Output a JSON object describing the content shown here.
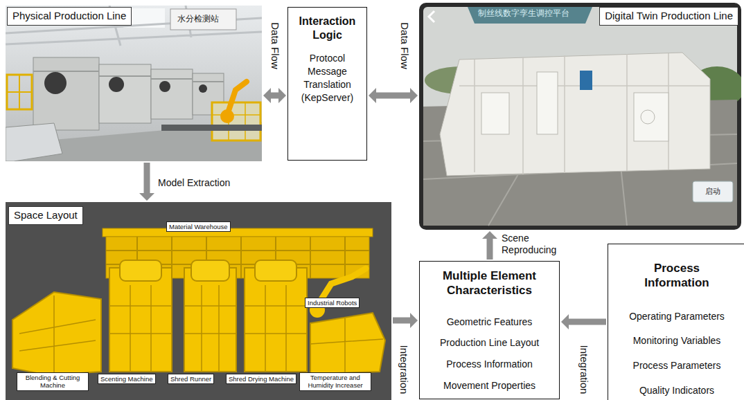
{
  "diagram": {
    "nodes": [
      {
        "text": [
          "Physical Production Line"
        ]
      },
      {
        "text": [
          "Interaction Logic",
          "Protocol Message Translation (KepServer)"
        ]
      },
      {
        "text": [
          "Digital Twin Production Line"
        ]
      },
      {
        "text": [
          "Space Layout"
        ]
      },
      {
        "text": [
          "Material Warehouse"
        ],
        "in": 3
      },
      {
        "text": [
          "Industrial Robots"
        ],
        "in": 3
      },
      {
        "text": [
          "Blending & Cutting Machine"
        ],
        "in": 3
      },
      {
        "text": [
          "Scenting Machine"
        ],
        "in": 3
      },
      {
        "text": [
          "Shred Runner"
        ],
        "in": 3
      },
      {
        "text": [
          "Shred Drying Machine"
        ],
        "in": 3
      },
      {
        "text": [
          "Temperature and Humidity Increaser"
        ],
        "in": 3
      },
      {
        "text": [
          "Multiple Element Characteristics",
          "Geometric Features",
          "Production Line Layout",
          "Process Information",
          "Movement Properties"
        ]
      },
      {
        "text": [
          "Process Information",
          "Operating Parameters",
          "Monitoring Variables",
          "Process Parameters",
          "Quality Indicators"
        ]
      }
    ],
    "edges": [
      {
        "from": 0,
        "to": 1,
        "arrow": "both",
        "label": "Data Flow"
      },
      {
        "from": 1,
        "to": 2,
        "arrow": "both",
        "label": "Data Flow"
      },
      {
        "from": 0,
        "to": 3,
        "arrow": "to",
        "label": "Model Extraction"
      },
      {
        "from": 3,
        "to": 11,
        "arrow": "to",
        "label": "Integration"
      },
      {
        "from": 12,
        "to": 11,
        "arrow": "to",
        "label": "Integration"
      },
      {
        "from": 11,
        "to": 2,
        "arrow": "to",
        "label": "Scene Reproducing"
      }
    ],
    "labels": [
      "水分检测站",
      "制丝线数字孪生调控平台",
      "启动"
    ]
  }
}
